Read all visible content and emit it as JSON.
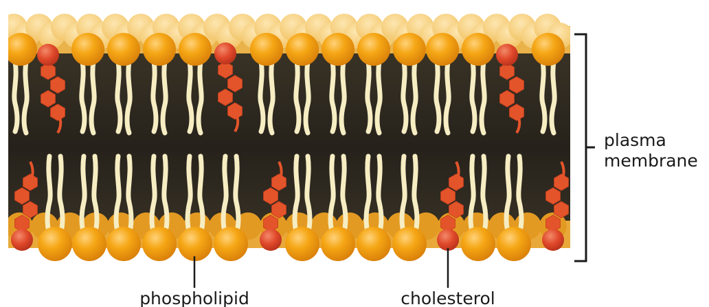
{
  "labels": {
    "membrane_line1": "plasma",
    "membrane_line2": "membrane",
    "phospholipid": "phospholipid",
    "cholesterol": "cholesterol"
  },
  "colors": {
    "background": "#ffffff",
    "head_orange": "#f5a614",
    "head_far": "#f7d07a",
    "tail_cream": "#f6edc3",
    "core_dark": "#2f2a22",
    "cholesterol_red": "#e4542a",
    "cholesterol_head": "#d9442a",
    "bracket": "#1a1a1a",
    "label_text": "#1a1a1a"
  }
}
